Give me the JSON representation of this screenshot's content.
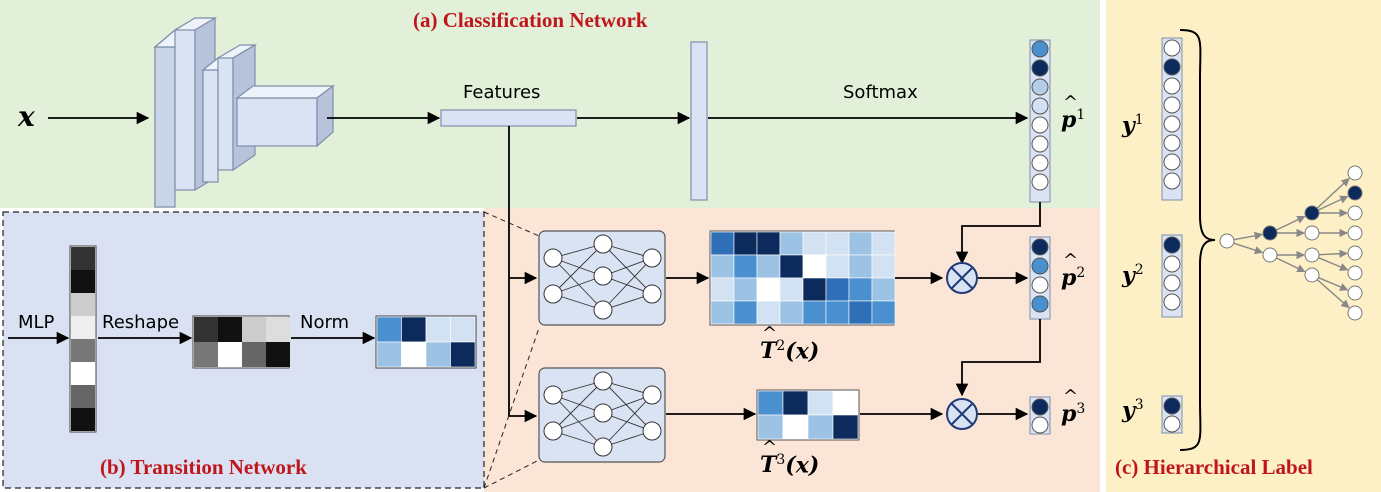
{
  "colors": {
    "classification_bg": "#e2efd9",
    "transition_bg": "#d9e1f2",
    "mapping_bg": "#fbe5d6",
    "hierarchy_bg": "#fdf0c6",
    "title_red": "#c0161b",
    "dark_blue": "#0d2a5c",
    "mid_blue": "#4a90cf",
    "light_blue": "#b5cee8"
  },
  "titles": {
    "classification": "(a) Classification Network",
    "transition": "(b) Transition Network",
    "hierarchy": "(c) Hierarchical Label"
  },
  "labels": {
    "input": "x",
    "features": "Features",
    "softmax": "Softmax",
    "mlp": "MLP",
    "reshape": "Reshape",
    "norm": "Norm"
  },
  "math": {
    "p_hat": "p",
    "t_hat": "T",
    "y": "y",
    "arg": "(x)",
    "sup1": "1",
    "sup2": "2",
    "sup3": "3"
  },
  "icons": [
    "multiply-circle-icon",
    "neural-network-icon",
    "arrow-icon"
  ]
}
